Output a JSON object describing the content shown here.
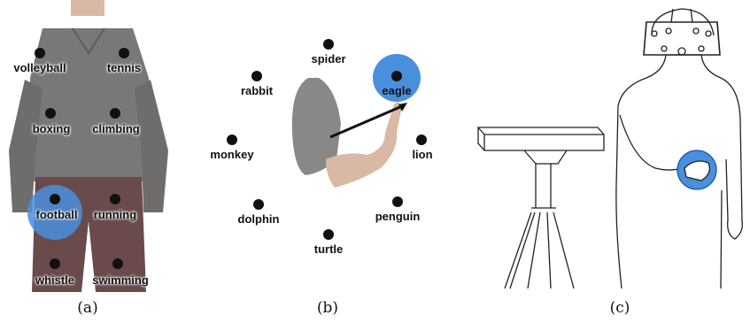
{
  "panel_a": {
    "caption": "(a)",
    "labels": [
      "volleyball",
      "tennis",
      "boxing",
      "climbing",
      "football",
      "running",
      "whistle",
      "swimming"
    ]
  },
  "panel_b": {
    "caption": "(b)",
    "labels": [
      "spider",
      "eagle",
      "rabbit",
      "monkey",
      "lion",
      "dolphin",
      "penguin",
      "turtle"
    ]
  },
  "panel_c": {
    "caption": "(c)"
  },
  "colors": {
    "highlight": "#4a8fdc",
    "dot": "#111111",
    "shirt": "#7a7876",
    "pants": "#6a4a4a",
    "skin": "#d9b9a3"
  }
}
